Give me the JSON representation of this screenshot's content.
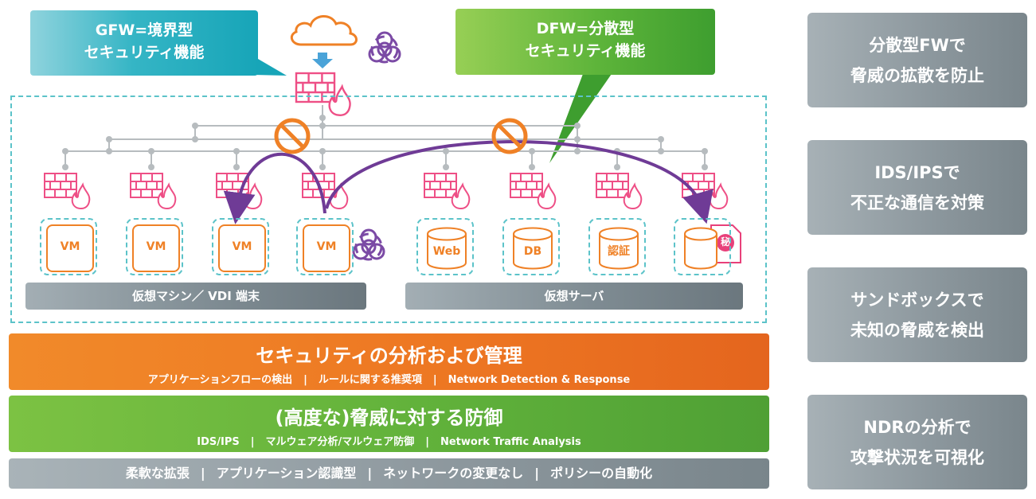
{
  "callouts": {
    "gfw": {
      "line1": "GFW=境界型",
      "line2": "セキュリティ機能"
    },
    "dfw": {
      "line1": "DFW=分散型",
      "line2": "セキュリティ機能"
    }
  },
  "hosts": {
    "vm1": "VM",
    "vm2": "VM",
    "vm3": "VM",
    "vm4": "VM",
    "web": "Web",
    "db": "DB",
    "auth": "認証",
    "secret_badge": "秘"
  },
  "groups": {
    "left": "仮想マシン／ VDI 端末",
    "right": "仮想サーバ"
  },
  "bands": {
    "analysis": {
      "title": "セキュリティの分析および管理",
      "items": [
        "アプリケーションフローの検出",
        "ルールに関する推奨項",
        "Network Detection & Response"
      ]
    },
    "defense": {
      "title": "(高度な)脅威に対する防御",
      "items": [
        "IDS/IPS",
        "マルウェア分析/マルウェア防御",
        "Network Traffic Analysis"
      ]
    },
    "features": {
      "items": [
        "柔軟な拡張",
        "アプリケーション認識型",
        "ネットワークの変更なし",
        "ポリシーの自動化"
      ]
    },
    "separator": "|"
  },
  "side_panels": [
    {
      "line1": "分散型FWで",
      "line2": "脅威の拡散を防止"
    },
    {
      "line1": "IDS/IPSで",
      "line2": "不正な通信を対策"
    },
    {
      "line1": "サンドボックスで",
      "line2": "未知の脅威を検出"
    },
    {
      "line1": "NDRの分析で",
      "line2": "攻撃状況を可視化"
    }
  ],
  "colors": {
    "firewall": "#ee4f86",
    "flame": "#ee4f86",
    "accent_orange": "#ef8126",
    "attack_path": "#6f3b96",
    "biohazard": "#7b4aa5",
    "cloud": "#ef8126",
    "arrow_blue": "#4aa3d8",
    "network_line": "#b7bcbf"
  },
  "icons": [
    "cloud-icon",
    "biohazard-icon",
    "firewall-icon",
    "flame-icon",
    "prohibited-icon",
    "document-icon"
  ]
}
